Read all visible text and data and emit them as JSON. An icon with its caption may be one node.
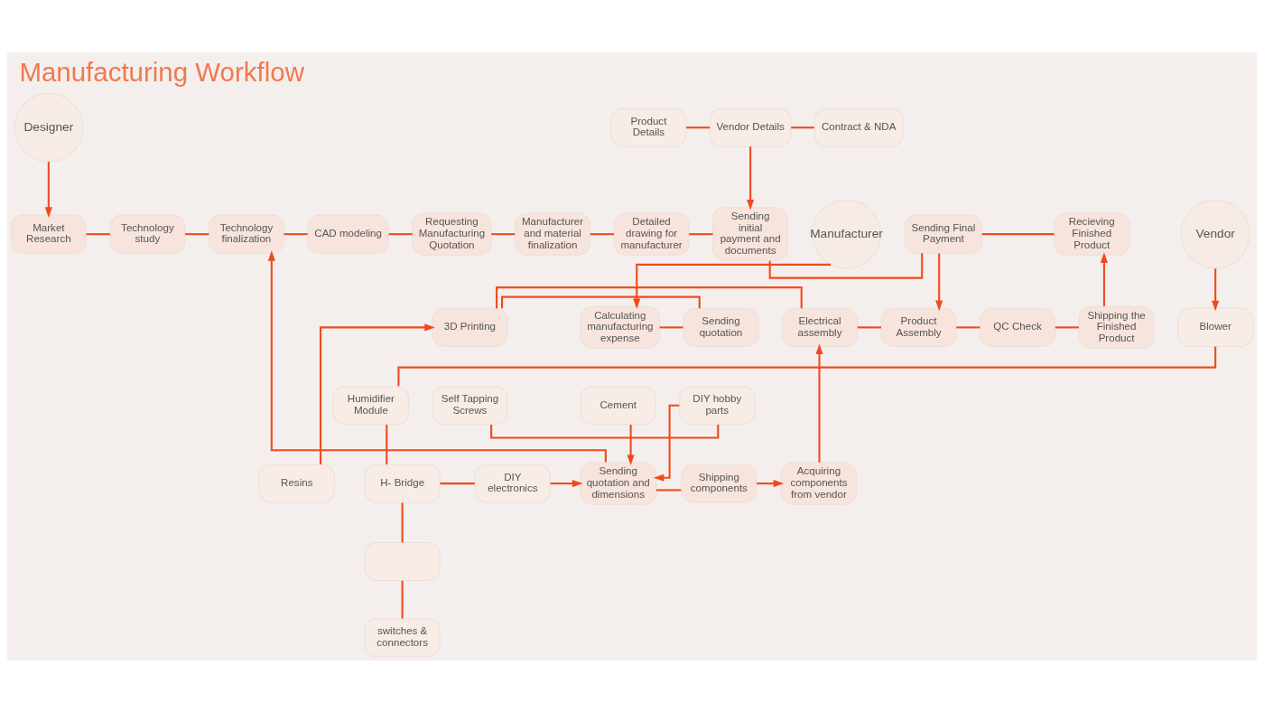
{
  "diagram": {
    "title": "Manufacturing Workflow",
    "nodes": [
      {
        "text": [
          "Designer"
        ]
      },
      {
        "text": [
          "Product Details"
        ]
      },
      {
        "text": [
          "Vendor Details"
        ]
      },
      {
        "text": [
          "Contract & NDA"
        ]
      },
      {
        "text": [
          "Market Research"
        ]
      },
      {
        "text": [
          "Technology study"
        ]
      },
      {
        "text": [
          "Technology finalization"
        ]
      },
      {
        "text": [
          "CAD modeling"
        ]
      },
      {
        "text": [
          "Requesting Manufacturing Quotation"
        ]
      },
      {
        "text": [
          "Manufacturer and material finalization"
        ]
      },
      {
        "text": [
          "Detailed drawing for manufacturer"
        ]
      },
      {
        "text": [
          "Sending initial payment and documents"
        ]
      },
      {
        "text": [
          "Sending Final Payment"
        ]
      },
      {
        "text": [
          "Recieving Finished Product"
        ]
      },
      {
        "text": [
          "Vendor"
        ]
      },
      {
        "text": [
          "Manufacturer"
        ]
      },
      {
        "text": [
          "Blower"
        ]
      },
      {
        "text": [
          "Calculating manufacturing expense"
        ]
      },
      {
        "text": [
          "Sending quotation"
        ]
      },
      {
        "text": [
          "3D Printing"
        ]
      },
      {
        "text": [
          "Electrical assembly"
        ]
      },
      {
        "text": [
          "Product Assembly"
        ]
      },
      {
        "text": [
          "QC Check"
        ]
      },
      {
        "text": [
          "Shipping the Finished Product"
        ]
      },
      {
        "text": [
          "Humidifier Module"
        ]
      },
      {
        "text": [
          "H- Bridge"
        ]
      },
      {
        "text": [
          "DIY electronics"
        ]
      },
      {
        "text": [
          "Sending quotation and dimensions"
        ]
      },
      {
        "text": [
          "Shipping components"
        ]
      },
      {
        "text": [
          "Resins"
        ]
      },
      {
        "text": [
          "Acquiring components from vendor"
        ]
      },
      {
        "text": [],
        "shape": "box"
      },
      {
        "text": [
          "switches & connectors"
        ]
      },
      {
        "text": [
          "Self Tapping Screws"
        ]
      },
      {
        "text": [
          "DIY hobby parts"
        ]
      },
      {
        "text": [
          "Cement"
        ]
      }
    ],
    "edges": [
      {
        "from": 0,
        "to": 4,
        "arrow": "to"
      },
      {
        "from": 4,
        "to": 5,
        "arrow": "none"
      },
      {
        "from": 5,
        "to": 6,
        "arrow": "none"
      },
      {
        "from": 6,
        "to": 7,
        "arrow": "none"
      },
      {
        "from": 7,
        "to": 8,
        "arrow": "none"
      },
      {
        "from": 8,
        "to": 9,
        "arrow": "none"
      },
      {
        "from": 9,
        "to": 10,
        "arrow": "none"
      },
      {
        "from": 10,
        "to": 11,
        "arrow": "none"
      },
      {
        "from": 11,
        "to": 12,
        "arrow": "none"
      },
      {
        "from": 12,
        "to": 13,
        "arrow": "none"
      },
      {
        "from": 1,
        "to": 2,
        "arrow": "none"
      },
      {
        "from": 2,
        "to": 3,
        "arrow": "none"
      },
      {
        "from": 2,
        "to": 11,
        "arrow": "to"
      },
      {
        "from": 12,
        "to": 21,
        "arrow": "to"
      },
      {
        "from": 14,
        "to": 16,
        "arrow": "to"
      },
      {
        "from": 16,
        "to": 24,
        "arrow": "none"
      },
      {
        "from": 24,
        "to": 25,
        "arrow": "none"
      },
      {
        "from": 25,
        "to": 31,
        "arrow": "none"
      },
      {
        "from": 31,
        "to": 32,
        "arrow": "none"
      },
      {
        "from": 25,
        "to": 26,
        "arrow": "none"
      },
      {
        "from": 26,
        "to": 27,
        "arrow": "to"
      },
      {
        "from": 27,
        "to": 6,
        "arrow": "to"
      },
      {
        "from": 27,
        "to": 28,
        "arrow": "none"
      },
      {
        "from": 28,
        "to": 30,
        "arrow": "to"
      },
      {
        "from": 33,
        "to": 34,
        "arrow": "none"
      },
      {
        "from": 34,
        "to": 27,
        "arrow": "to"
      },
      {
        "from": 35,
        "to": 27,
        "arrow": "to"
      },
      {
        "from": 15,
        "to": 17,
        "arrow": "to"
      },
      {
        "from": 17,
        "to": 18,
        "arrow": "none"
      },
      {
        "from": 18,
        "to": 19,
        "arrow": "none"
      },
      {
        "from": 19,
        "to": 20,
        "arrow": "none"
      },
      {
        "from": 20,
        "to": 21,
        "arrow": "none"
      },
      {
        "from": 21,
        "to": 22,
        "arrow": "none"
      },
      {
        "from": 22,
        "to": 23,
        "arrow": "none"
      },
      {
        "from": 29,
        "to": 19,
        "arrow": "to"
      },
      {
        "from": 30,
        "to": 20,
        "arrow": "to"
      },
      {
        "from": 23,
        "to": 13,
        "arrow": "to"
      }
    ]
  }
}
